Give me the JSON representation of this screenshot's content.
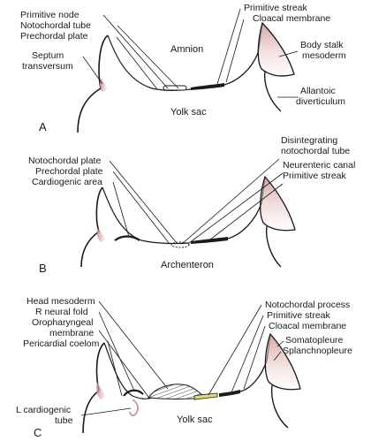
{
  "panels": {
    "a": {
      "letter": "A",
      "labels": {
        "primitive_node": "Primitive node",
        "notochordal_tube": "Notochordal tube",
        "prechordal_plate": "Prechordal plate",
        "septum_line1": "Septum",
        "septum_line2": "transversum",
        "amnion": "Amnion",
        "primitive_streak": "Primitive streak",
        "cloacal_membrane": "Cloacal membrane",
        "body_stalk_line1": "Body stalk",
        "body_stalk_line2": "mesoderm",
        "allantoic_line1": "Allantoic",
        "allantoic_line2": "diverticulum",
        "yolk_sac": "Yolk sac"
      }
    },
    "b": {
      "letter": "B",
      "labels": {
        "notochordal_plate": "Notochordal plate",
        "prechordal_plate": "Prechordal plate",
        "cardiogenic_area": "Cardiogenic area",
        "disintegrating_line1": "Disintegrating",
        "disintegrating_line2": "notochordal tube",
        "neurenteric_canal": "Neurenteric canal",
        "primitive_streak": "Primitive streak",
        "archenteron": "Archenteron"
      }
    },
    "c": {
      "letter": "C",
      "labels": {
        "head_mesoderm": "Head mesoderm",
        "r_neural_fold": "R neural fold",
        "oropharyngeal_line1": "Oropharyngeal",
        "oropharyngeal_line2": "membrane",
        "pericardial_coelom": "Pericardial coelom",
        "l_cardiogenic_line1": "L cardiogenic",
        "l_cardiogenic_line2": "tube",
        "notochordal_process": "Notochordal process",
        "primitive_streak": "Primitive streak",
        "cloacal_membrane": "Cloacal membrane",
        "somatopleure": "Somatopleure",
        "splanchnopleure": "Splanchnopleure",
        "yolk_sac": "Yolk sac"
      }
    }
  },
  "colors": {
    "outline": "#1a1a1a",
    "mesoderm_pink": "#c98a8a",
    "notochord_yellow": "#e8d77a"
  }
}
